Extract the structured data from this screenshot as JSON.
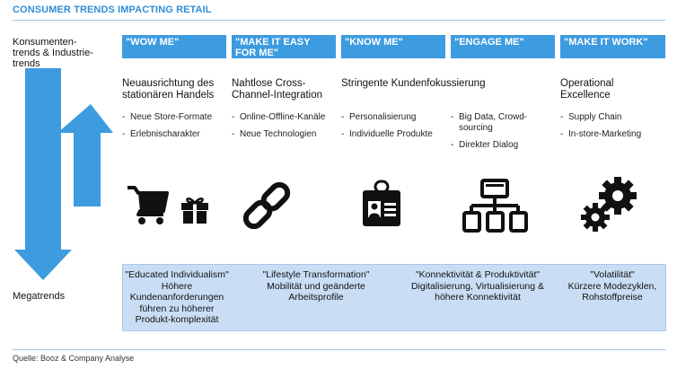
{
  "title": "CONSUMER TRENDS IMPACTING RETAIL",
  "left_labels": {
    "top": "Konsumenten-\ntrends & Industrie-\ntrends",
    "bottom": "Megatrends"
  },
  "columns": [
    {
      "header": "\"WOW ME\"",
      "title": "Neuausrichtung des stationären Handels",
      "bullets": [
        "Neue Store-Formate",
        "Erlebnischarakter"
      ],
      "icons": [
        "shopping-cart-icon",
        "gift-icon"
      ]
    },
    {
      "header": "\"MAKE IT EASY FOR ME\"",
      "title": "Nahtlose Cross-Channel-Integration",
      "bullets": [
        "Online-Offline-Kanäle",
        "Neue Technologien"
      ],
      "icons": [
        "chain-link-icon"
      ]
    },
    {
      "header": "\"KNOW ME\"",
      "title": "Stringente Kundenfokussierung",
      "bullets": [
        "Personalisierung",
        "Individuelle Produkte"
      ],
      "icons": [
        "id-badge-icon"
      ]
    },
    {
      "header": "\"ENGAGE ME\"",
      "title": "",
      "bullets": [
        "Big Data, Crowd-sourcing",
        "Direkter Dialog"
      ],
      "icons": [
        "network-diagram-icon"
      ]
    },
    {
      "header": "\"MAKE IT WORK\"",
      "title": "Operational Excellence",
      "bullets": [
        "Supply Chain",
        "In-store-Marketing"
      ],
      "icons": [
        "gears-icon"
      ]
    }
  ],
  "megatrends": [
    {
      "title": "\"Educated Individualism\"",
      "text": "Höhere Kundenanforderungen führen zu höherer Produkt-komplexität"
    },
    {
      "title": "\"Lifestyle Transformation\"",
      "text": "Mobilität und geänderte Arbeitsprofile"
    },
    {
      "title": "\"Konnektivität & Produktivität\"",
      "text": "Digitalisierung, Virtualisierung & höhere Konnektivität"
    },
    {
      "title": "\"Volatilität\"",
      "text": "Kürzere Modezyklen, Rohstoffpreise"
    }
  ],
  "source": "Quelle: Booz & Company Analyse",
  "colors": {
    "accent": "#3d9be0",
    "title": "#2f8ed8",
    "megatrend_bg": "#c9def5",
    "icon": "#111111"
  }
}
